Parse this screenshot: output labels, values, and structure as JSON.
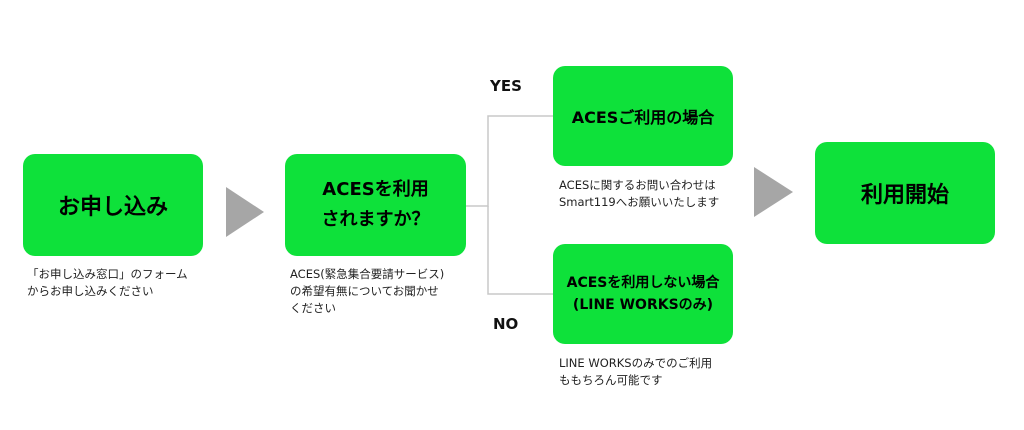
{
  "steps": {
    "apply": {
      "title": "お申し込み",
      "caption": [
        "「お申し込み窓口」のフォーム",
        "からお申し込みください"
      ]
    },
    "question": {
      "title": [
        "ACESを利用",
        "されますか？"
      ],
      "caption": [
        "ACES(緊急集合要請サービス)",
        "の希望有無についてお聞かせ",
        "ください"
      ]
    },
    "yes_case": {
      "title": "ACESご利用の場合",
      "caption": [
        "ACESに関するお問い合わせは",
        "Smart119へお願いいたします"
      ]
    },
    "no_case": {
      "title": [
        "ACESを利用しない場合",
        "(LINE WORKSのみ)"
      ],
      "caption": [
        "LINE WORKSのみでのご利用",
        "ももちろん可能です"
      ]
    },
    "start": {
      "title": "利用開始"
    }
  },
  "branch_labels": {
    "yes": "YES",
    "no": "NO"
  },
  "colors": {
    "box": "#0ee13a",
    "arrow": "#a6a6a6",
    "line": "#c8c8c8"
  }
}
